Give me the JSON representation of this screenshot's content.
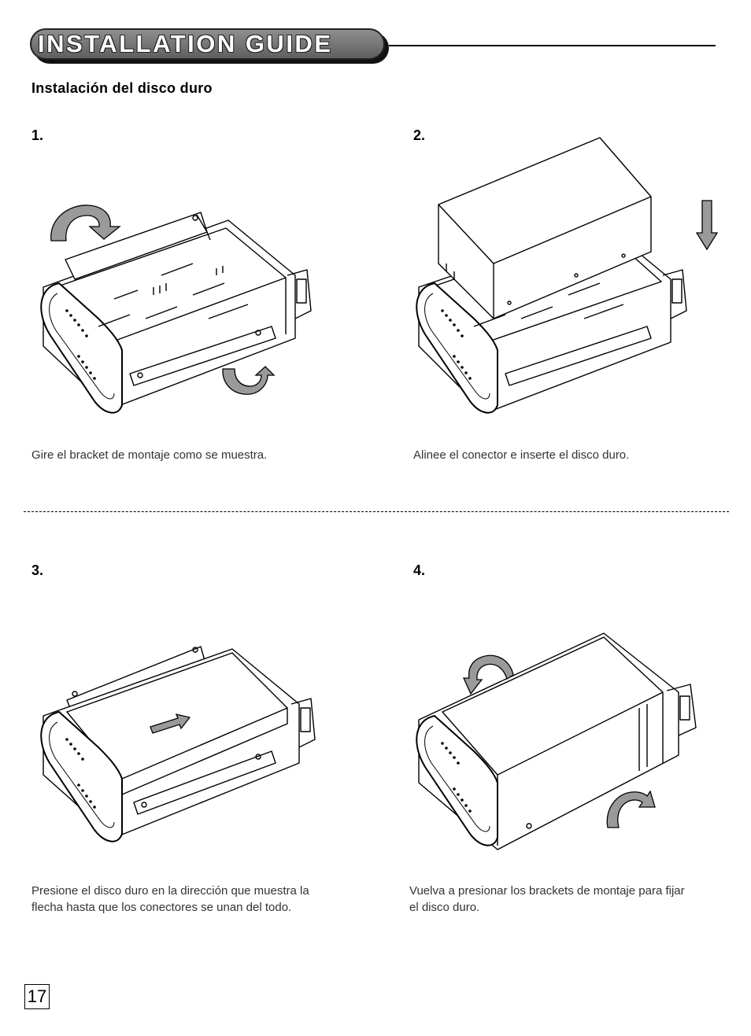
{
  "header": {
    "banner_title": "INSTALLATION GUIDE"
  },
  "section": {
    "subtitle": "Instalación del disco duro"
  },
  "steps": [
    {
      "number": "1.",
      "caption": "Gire el bracket de montaje como se muestra."
    },
    {
      "number": "2.",
      "caption": "Alinee el conector e inserte el disco duro."
    },
    {
      "number": "3.",
      "caption_line1": "Presione el disco duro en la dirección que muestra la",
      "caption_line2": "flecha hasta que los conectores se unan del todo."
    },
    {
      "number": "4.",
      "caption_line1": "Vuelva a presionar los brackets de montaje para fijar",
      "caption_line2": "el disco duro."
    }
  ],
  "footer": {
    "page_number": "17"
  }
}
